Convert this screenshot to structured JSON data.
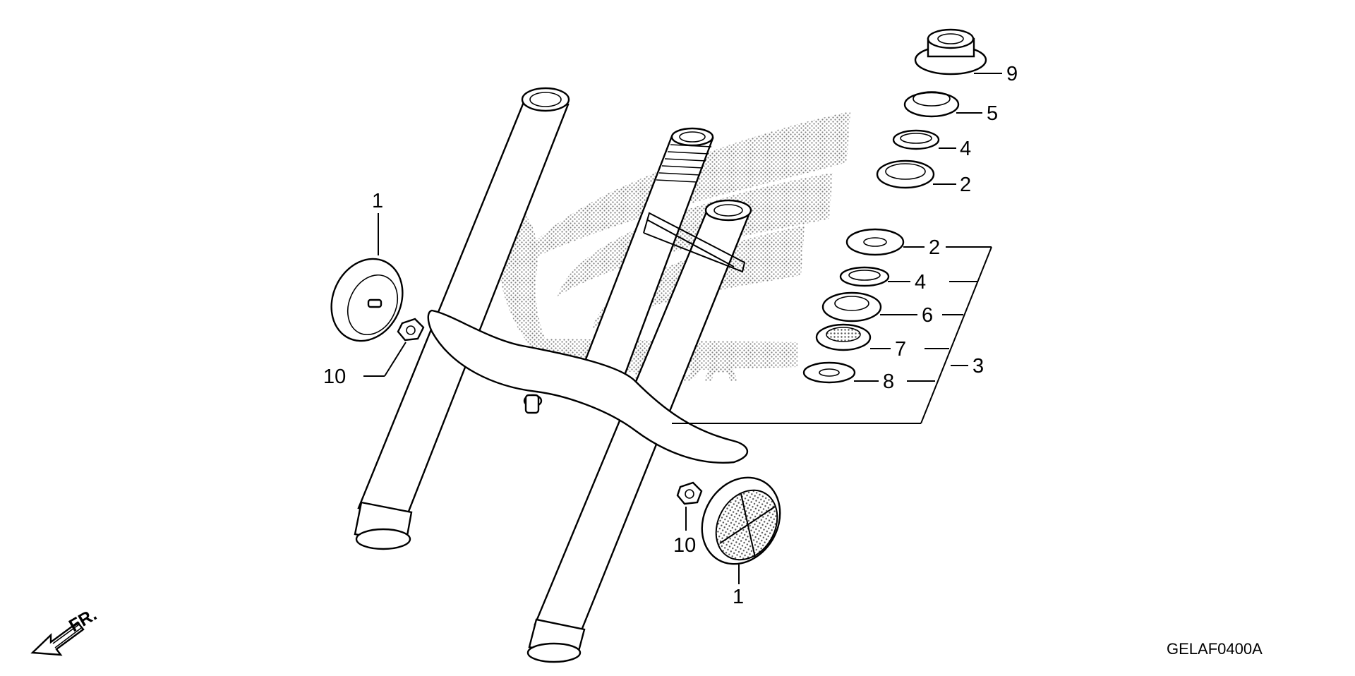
{
  "diagram": {
    "callouts": [
      {
        "id": "c1a",
        "text": "1"
      },
      {
        "id": "c1b",
        "text": "1"
      },
      {
        "id": "c2a",
        "text": "2"
      },
      {
        "id": "c2b",
        "text": "2"
      },
      {
        "id": "c3",
        "text": "3"
      },
      {
        "id": "c4a",
        "text": "4"
      },
      {
        "id": "c4b",
        "text": "4"
      },
      {
        "id": "c5",
        "text": "5"
      },
      {
        "id": "c6",
        "text": "6"
      },
      {
        "id": "c7",
        "text": "7"
      },
      {
        "id": "c8",
        "text": "8"
      },
      {
        "id": "c9",
        "text": "9"
      },
      {
        "id": "c10a",
        "text": "10"
      },
      {
        "id": "c10b",
        "text": "10"
      }
    ],
    "direction_label": "FR.",
    "diagram_code": "GELAF0400A",
    "watermark_text": "HONDA"
  }
}
